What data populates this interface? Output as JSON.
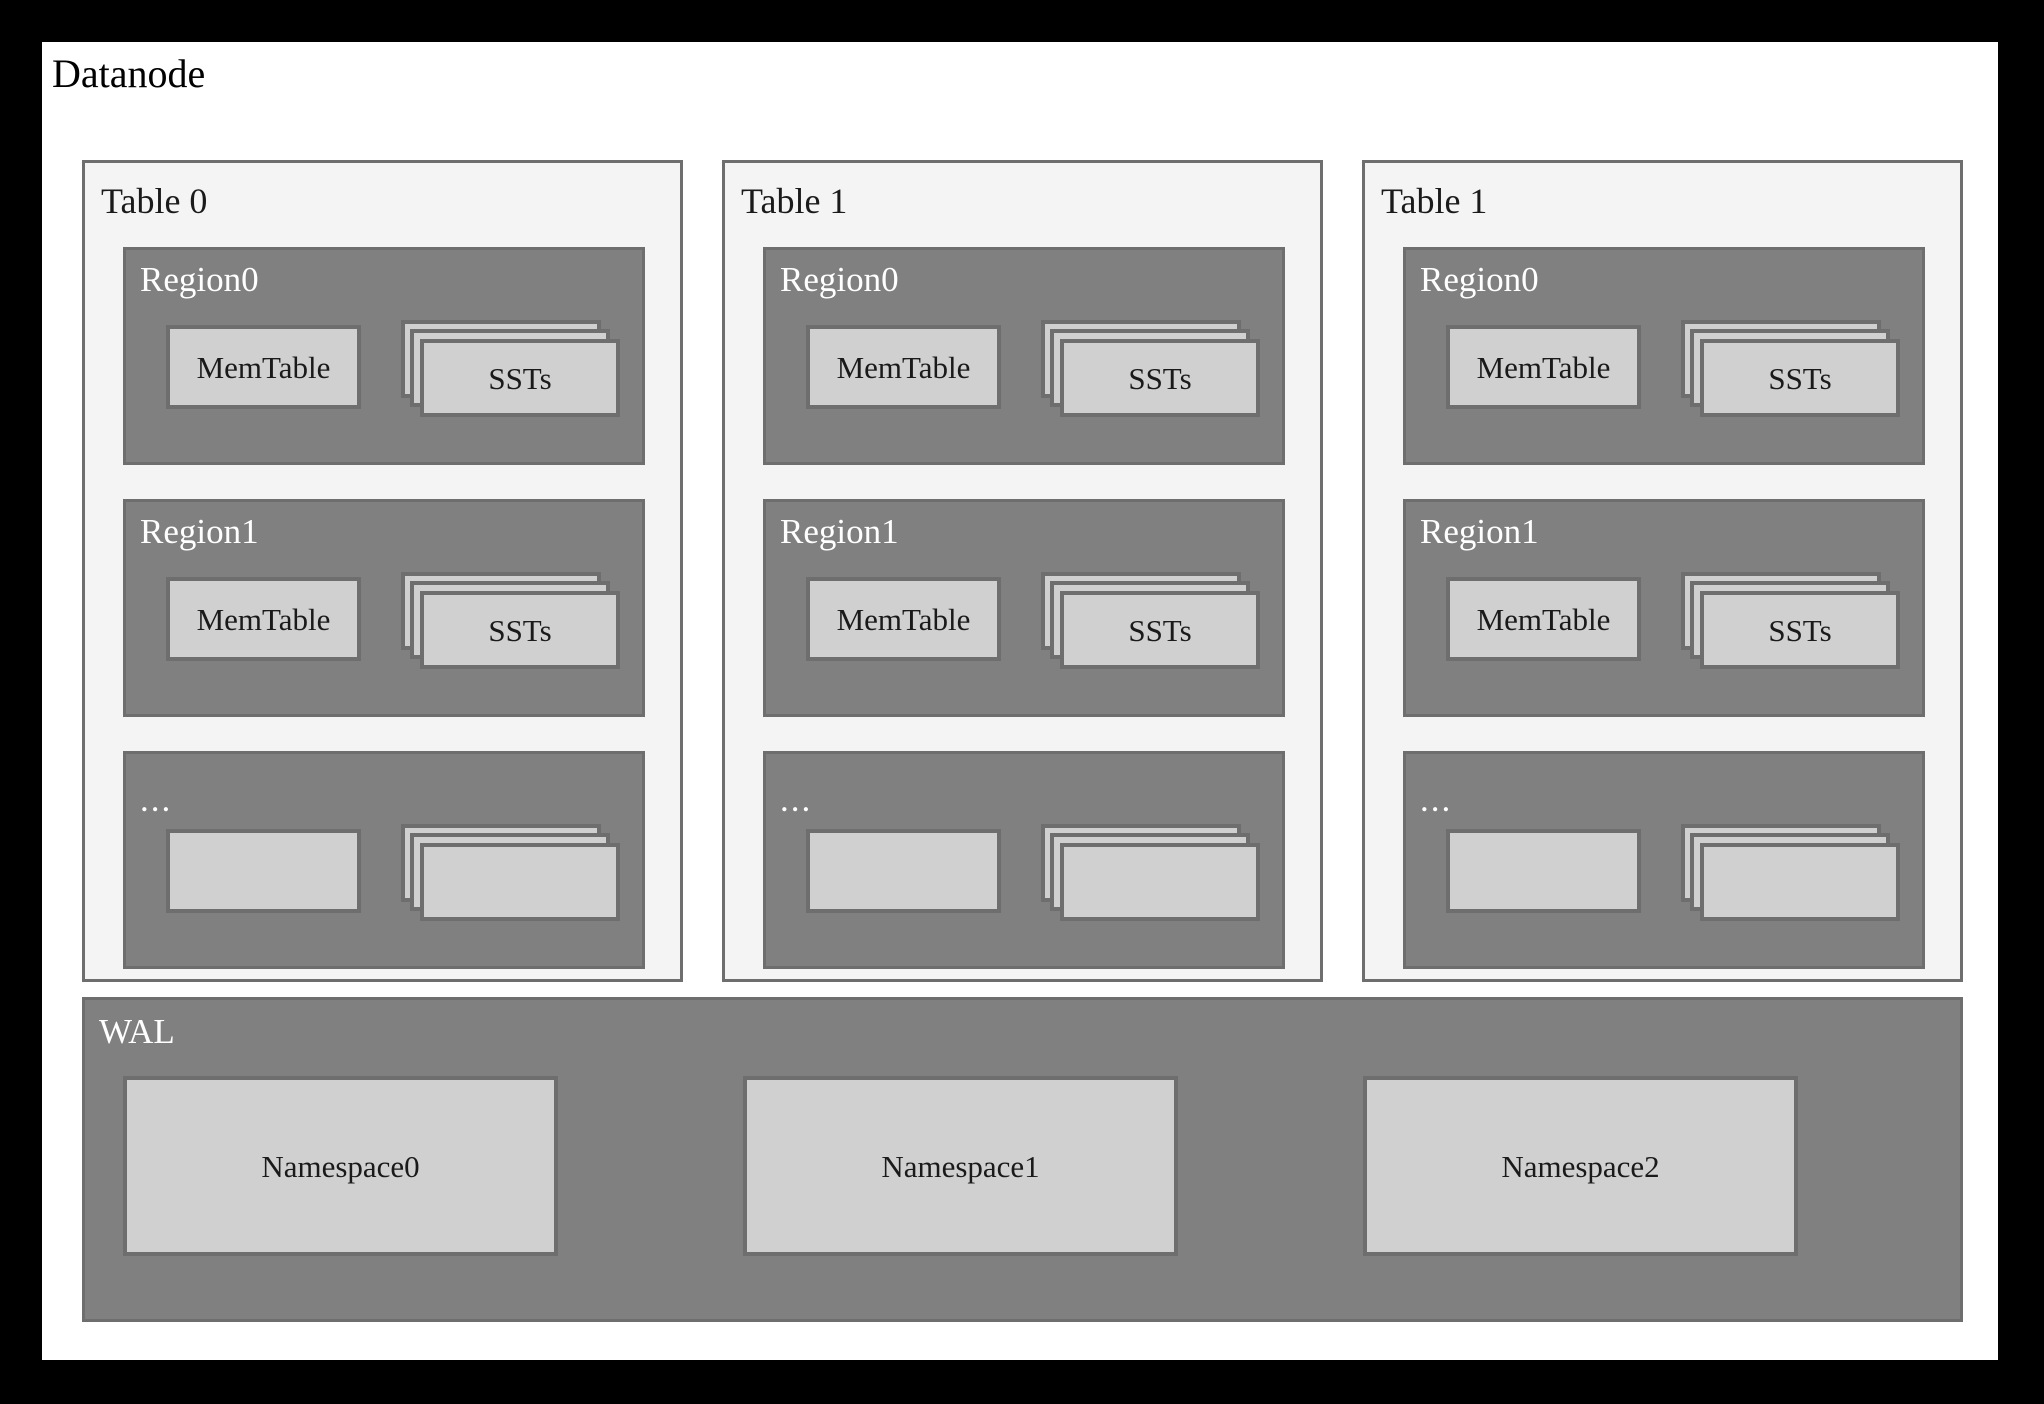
{
  "diagram": {
    "title": "Datanode",
    "background_color": "#ffffff",
    "outer_margin_color": "#000000",
    "palette": {
      "panel_bg": "#f4f4f4",
      "region_bg": "#808080",
      "card_bg": "#d0d0d0",
      "border": "#6e6e6e",
      "text_dark": "#1a1a1a",
      "text_light": "#ffffff"
    },
    "tables": [
      {
        "title": "Table 0",
        "regions": [
          {
            "title": "Region0",
            "is_ellipsis": false,
            "memtable_label": "MemTable",
            "sst_label": "SSTs",
            "sst_count": 3
          },
          {
            "title": "Region1",
            "is_ellipsis": false,
            "memtable_label": "MemTable",
            "sst_label": "SSTs",
            "sst_count": 3
          },
          {
            "title": "...",
            "is_ellipsis": true,
            "memtable_label": "",
            "sst_label": "",
            "sst_count": 3
          }
        ]
      },
      {
        "title": "Table 1",
        "regions": [
          {
            "title": "Region0",
            "is_ellipsis": false,
            "memtable_label": "MemTable",
            "sst_label": "SSTs",
            "sst_count": 3
          },
          {
            "title": "Region1",
            "is_ellipsis": false,
            "memtable_label": "MemTable",
            "sst_label": "SSTs",
            "sst_count": 3
          },
          {
            "title": "...",
            "is_ellipsis": true,
            "memtable_label": "",
            "sst_label": "",
            "sst_count": 3
          }
        ]
      },
      {
        "title": "Table 1",
        "regions": [
          {
            "title": "Region0",
            "is_ellipsis": false,
            "memtable_label": "MemTable",
            "sst_label": "SSTs",
            "sst_count": 3
          },
          {
            "title": "Region1",
            "is_ellipsis": false,
            "memtable_label": "MemTable",
            "sst_label": "SSTs",
            "sst_count": 3
          },
          {
            "title": "...",
            "is_ellipsis": true,
            "memtable_label": "",
            "sst_label": "",
            "sst_count": 3
          }
        ]
      }
    ],
    "wal": {
      "title": "WAL",
      "namespaces": [
        {
          "label": "Namespace0"
        },
        {
          "label": "Namespace1"
        },
        {
          "label": "Namespace2"
        }
      ]
    }
  }
}
